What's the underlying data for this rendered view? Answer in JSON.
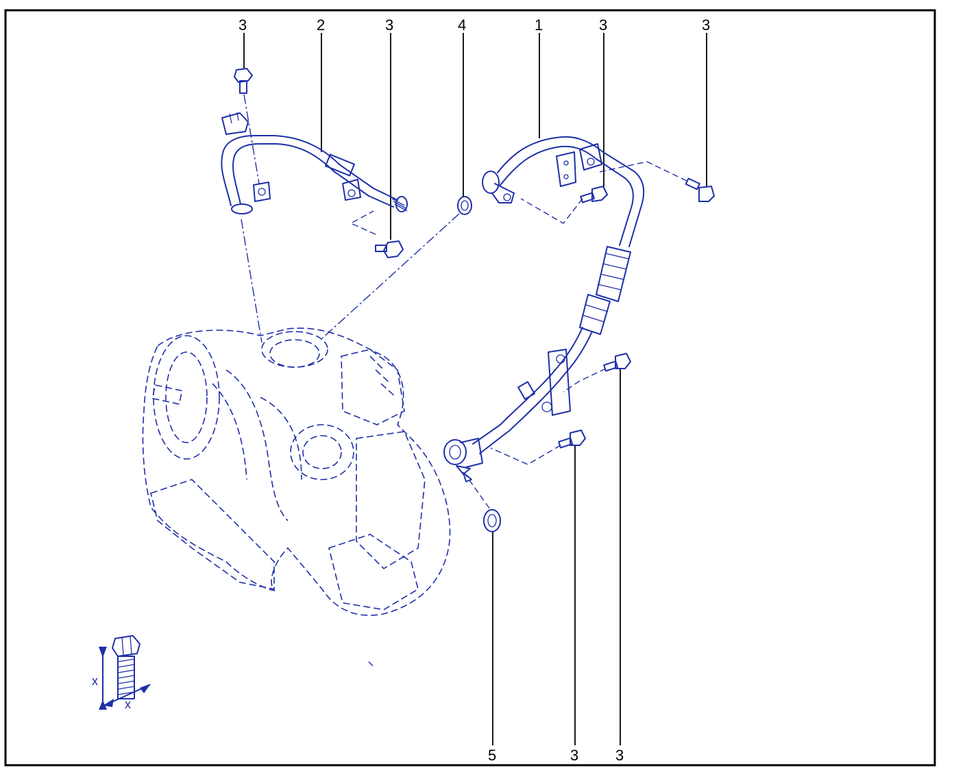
{
  "diagram": {
    "part_color": "#1e2fa8",
    "frame_color": "#000000",
    "callouts": [
      {
        "id": "c-top-1",
        "label": "3"
      },
      {
        "id": "c-top-2",
        "label": "2"
      },
      {
        "id": "c-top-3",
        "label": "3"
      },
      {
        "id": "c-top-4",
        "label": "4"
      },
      {
        "id": "c-top-5",
        "label": "1"
      },
      {
        "id": "c-top-6",
        "label": "3"
      },
      {
        "id": "c-top-7",
        "label": "3"
      },
      {
        "id": "c-bot-1",
        "label": "5"
      },
      {
        "id": "c-bot-2",
        "label": "3"
      },
      {
        "id": "c-bot-3",
        "label": "3"
      }
    ],
    "dimension_symbol": {
      "height_label": "x",
      "width_label": "x"
    }
  }
}
